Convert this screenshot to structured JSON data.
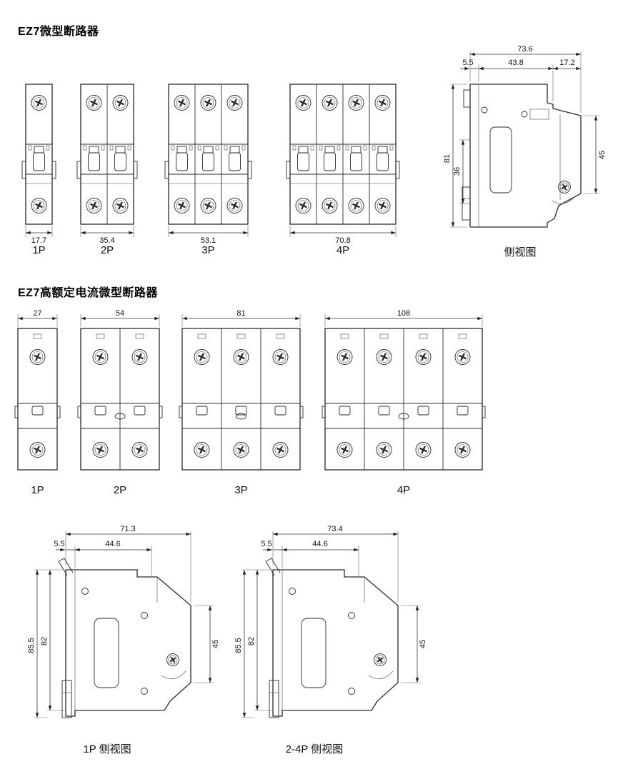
{
  "section1": {
    "title": "EZ7微型断路器",
    "breakers": [
      {
        "label": "1P",
        "width": "17.7"
      },
      {
        "label": "2P",
        "width": "35.4"
      },
      {
        "label": "3P",
        "width": "53.1"
      },
      {
        "label": "4P",
        "width": "70.8"
      }
    ],
    "side": {
      "label": "侧视图",
      "total_width": "73.6",
      "flange_depth": "5.5",
      "body_depth": "43.8",
      "front_depth": "17.2",
      "height": "81",
      "rail_span": "36",
      "front_height": "45"
    }
  },
  "section2": {
    "title": "EZ7高额定电流微型断路器",
    "breakers": [
      {
        "label": "1P",
        "width": "27"
      },
      {
        "label": "2P",
        "width": "54"
      },
      {
        "label": "3P",
        "width": "81"
      },
      {
        "label": "4P",
        "width": "108"
      }
    ]
  },
  "section3": {
    "views": [
      {
        "label": "1P 侧视图",
        "total_width": "71.3",
        "flange_depth": "5.5",
        "body_depth": "44.6",
        "outer_height": "85.5",
        "body_height": "82",
        "front_height": "45"
      },
      {
        "label": "2-4P 侧视图",
        "total_width": "73.4",
        "flange_depth": "5.5",
        "body_depth": "44.6",
        "outer_height": "85.5",
        "body_height": "82",
        "front_height": "45"
      }
    ]
  }
}
